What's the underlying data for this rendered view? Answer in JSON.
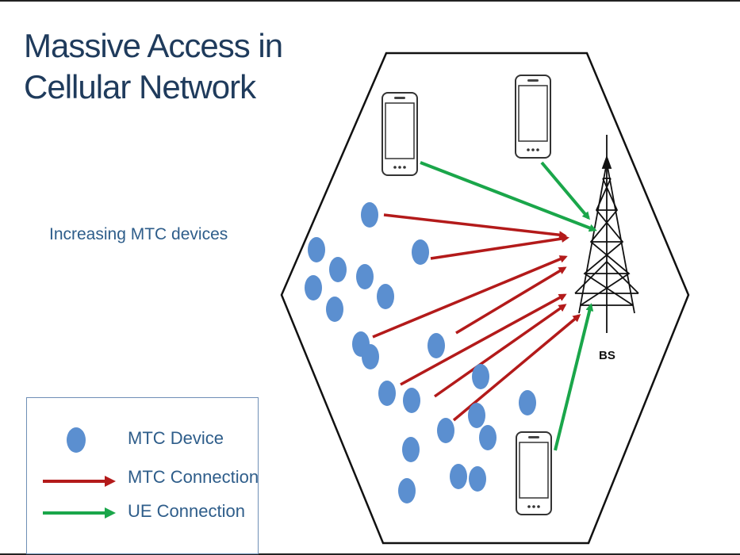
{
  "title_lines": [
    "Massive Access in",
    "Cellular Network"
  ],
  "subtitle": "Increasing MTC devices",
  "bs_label": "BS",
  "colors": {
    "mtc_device": "#5b8fd0",
    "mtc_connection": "#b31a1a",
    "ue_connection": "#1aa64a",
    "title": "#1f3b5c",
    "text": "#2e5d8a"
  },
  "legend": {
    "mtc_device": "MTC Device",
    "mtc_connection": "MTC Connection",
    "ue_connection": "UE Connection"
  },
  "icons": [
    "smartphone-icon",
    "base-station-tower-icon",
    "mtc-device-dot-icon"
  ]
}
